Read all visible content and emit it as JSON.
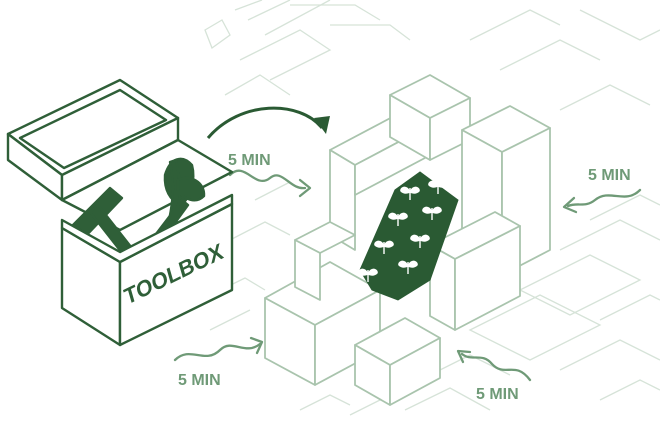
{
  "toolbox": {
    "label": "TOOLBOX"
  },
  "distance_labels": [
    {
      "text": "5 MIN"
    },
    {
      "text": "5 MIN"
    },
    {
      "text": "5 MIN"
    },
    {
      "text": "5 MIN"
    }
  ],
  "colors": {
    "dark_green": "#2a5a33",
    "toolbox_fill": "#2f5f38",
    "light_green": "#a9c4ad",
    "pale_green": "#c9d9cc",
    "label_green": "#6f9a77",
    "background": "#ffffff"
  },
  "icons": {
    "plant": "sprout-icon",
    "hammer": "hammer-icon",
    "shovel": "shovel-icon"
  }
}
